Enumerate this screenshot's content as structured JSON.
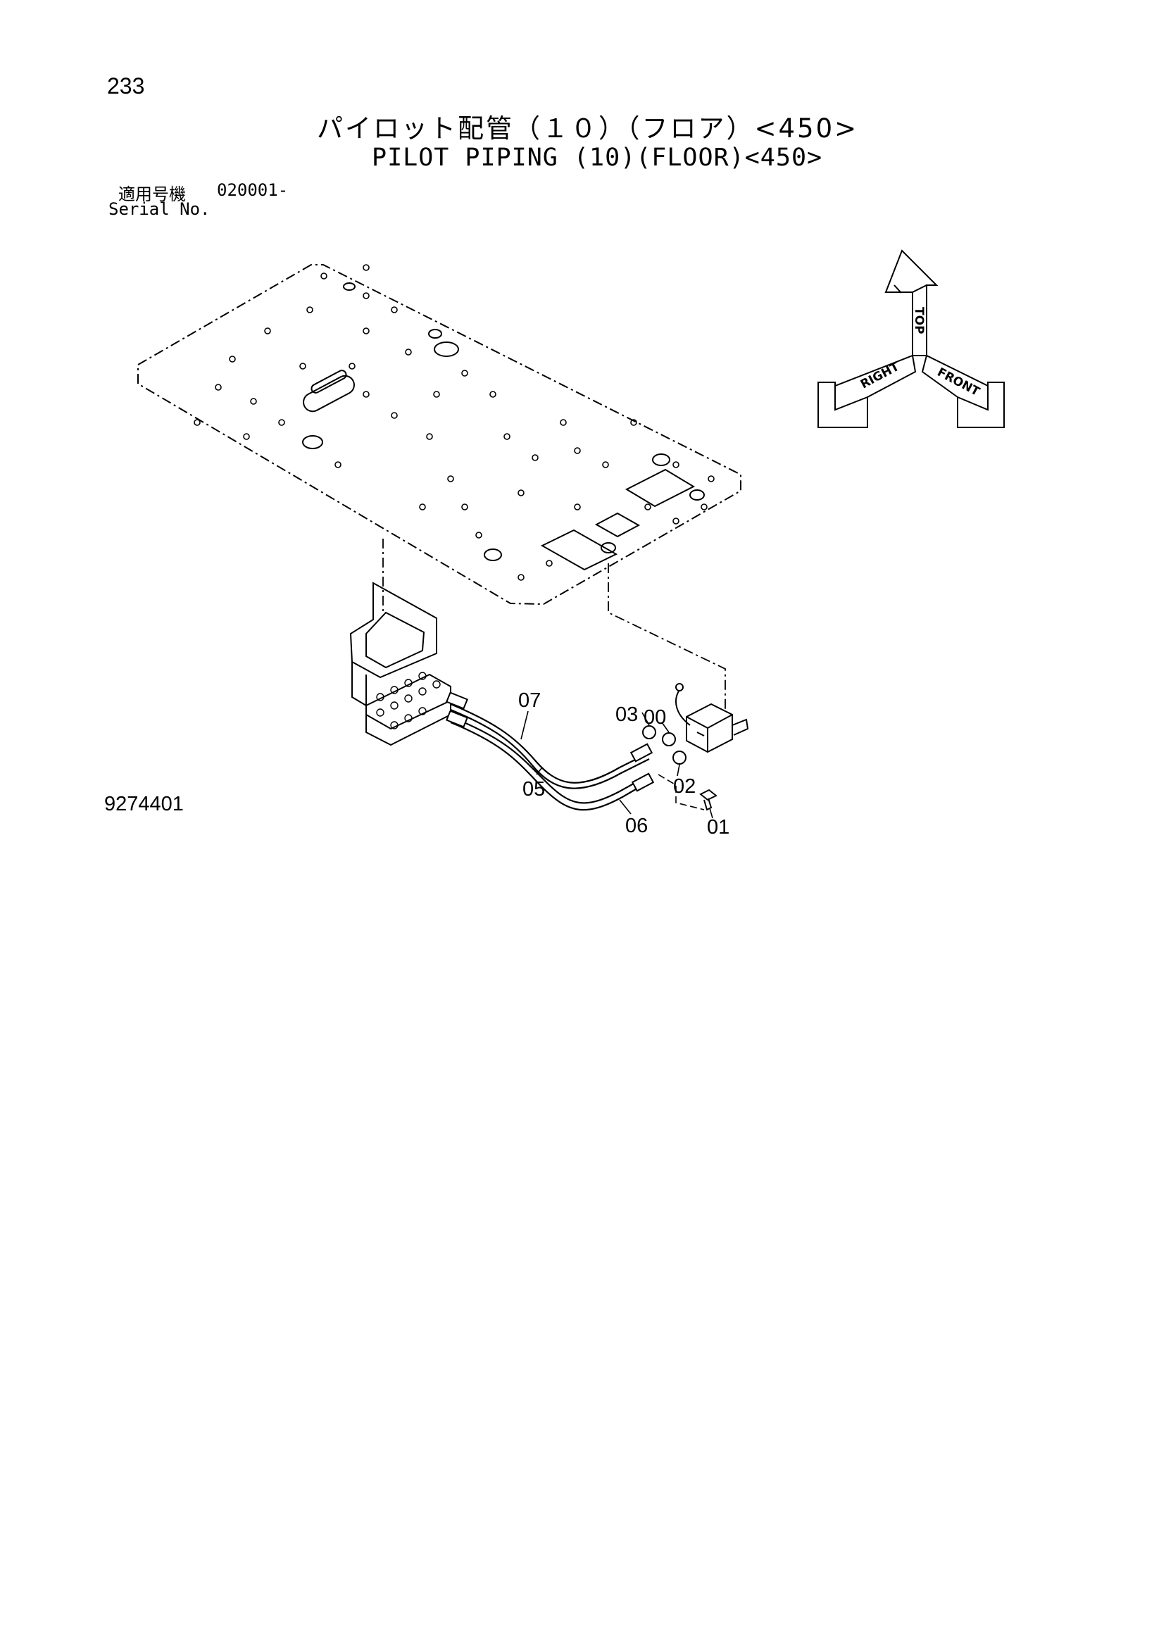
{
  "header": {
    "page_number": "233",
    "title_jp": "パイロット配管（１０）（フロア）<450>",
    "title_en": "PILOT PIPING (10)(FLOOR)<450>",
    "serial_label_jp": "適用号機",
    "serial_value": "020001-",
    "serial_label_en": "Serial No."
  },
  "orientation": {
    "top_label": "TOP",
    "right_label": "RIGHT",
    "front_label": "FRONT"
  },
  "callouts": {
    "c07": "07",
    "c03": "03",
    "c00": "00",
    "c02": "02",
    "c05": "05",
    "c06": "06",
    "c01": "01"
  },
  "footer": {
    "drawing_number": "9274401"
  }
}
